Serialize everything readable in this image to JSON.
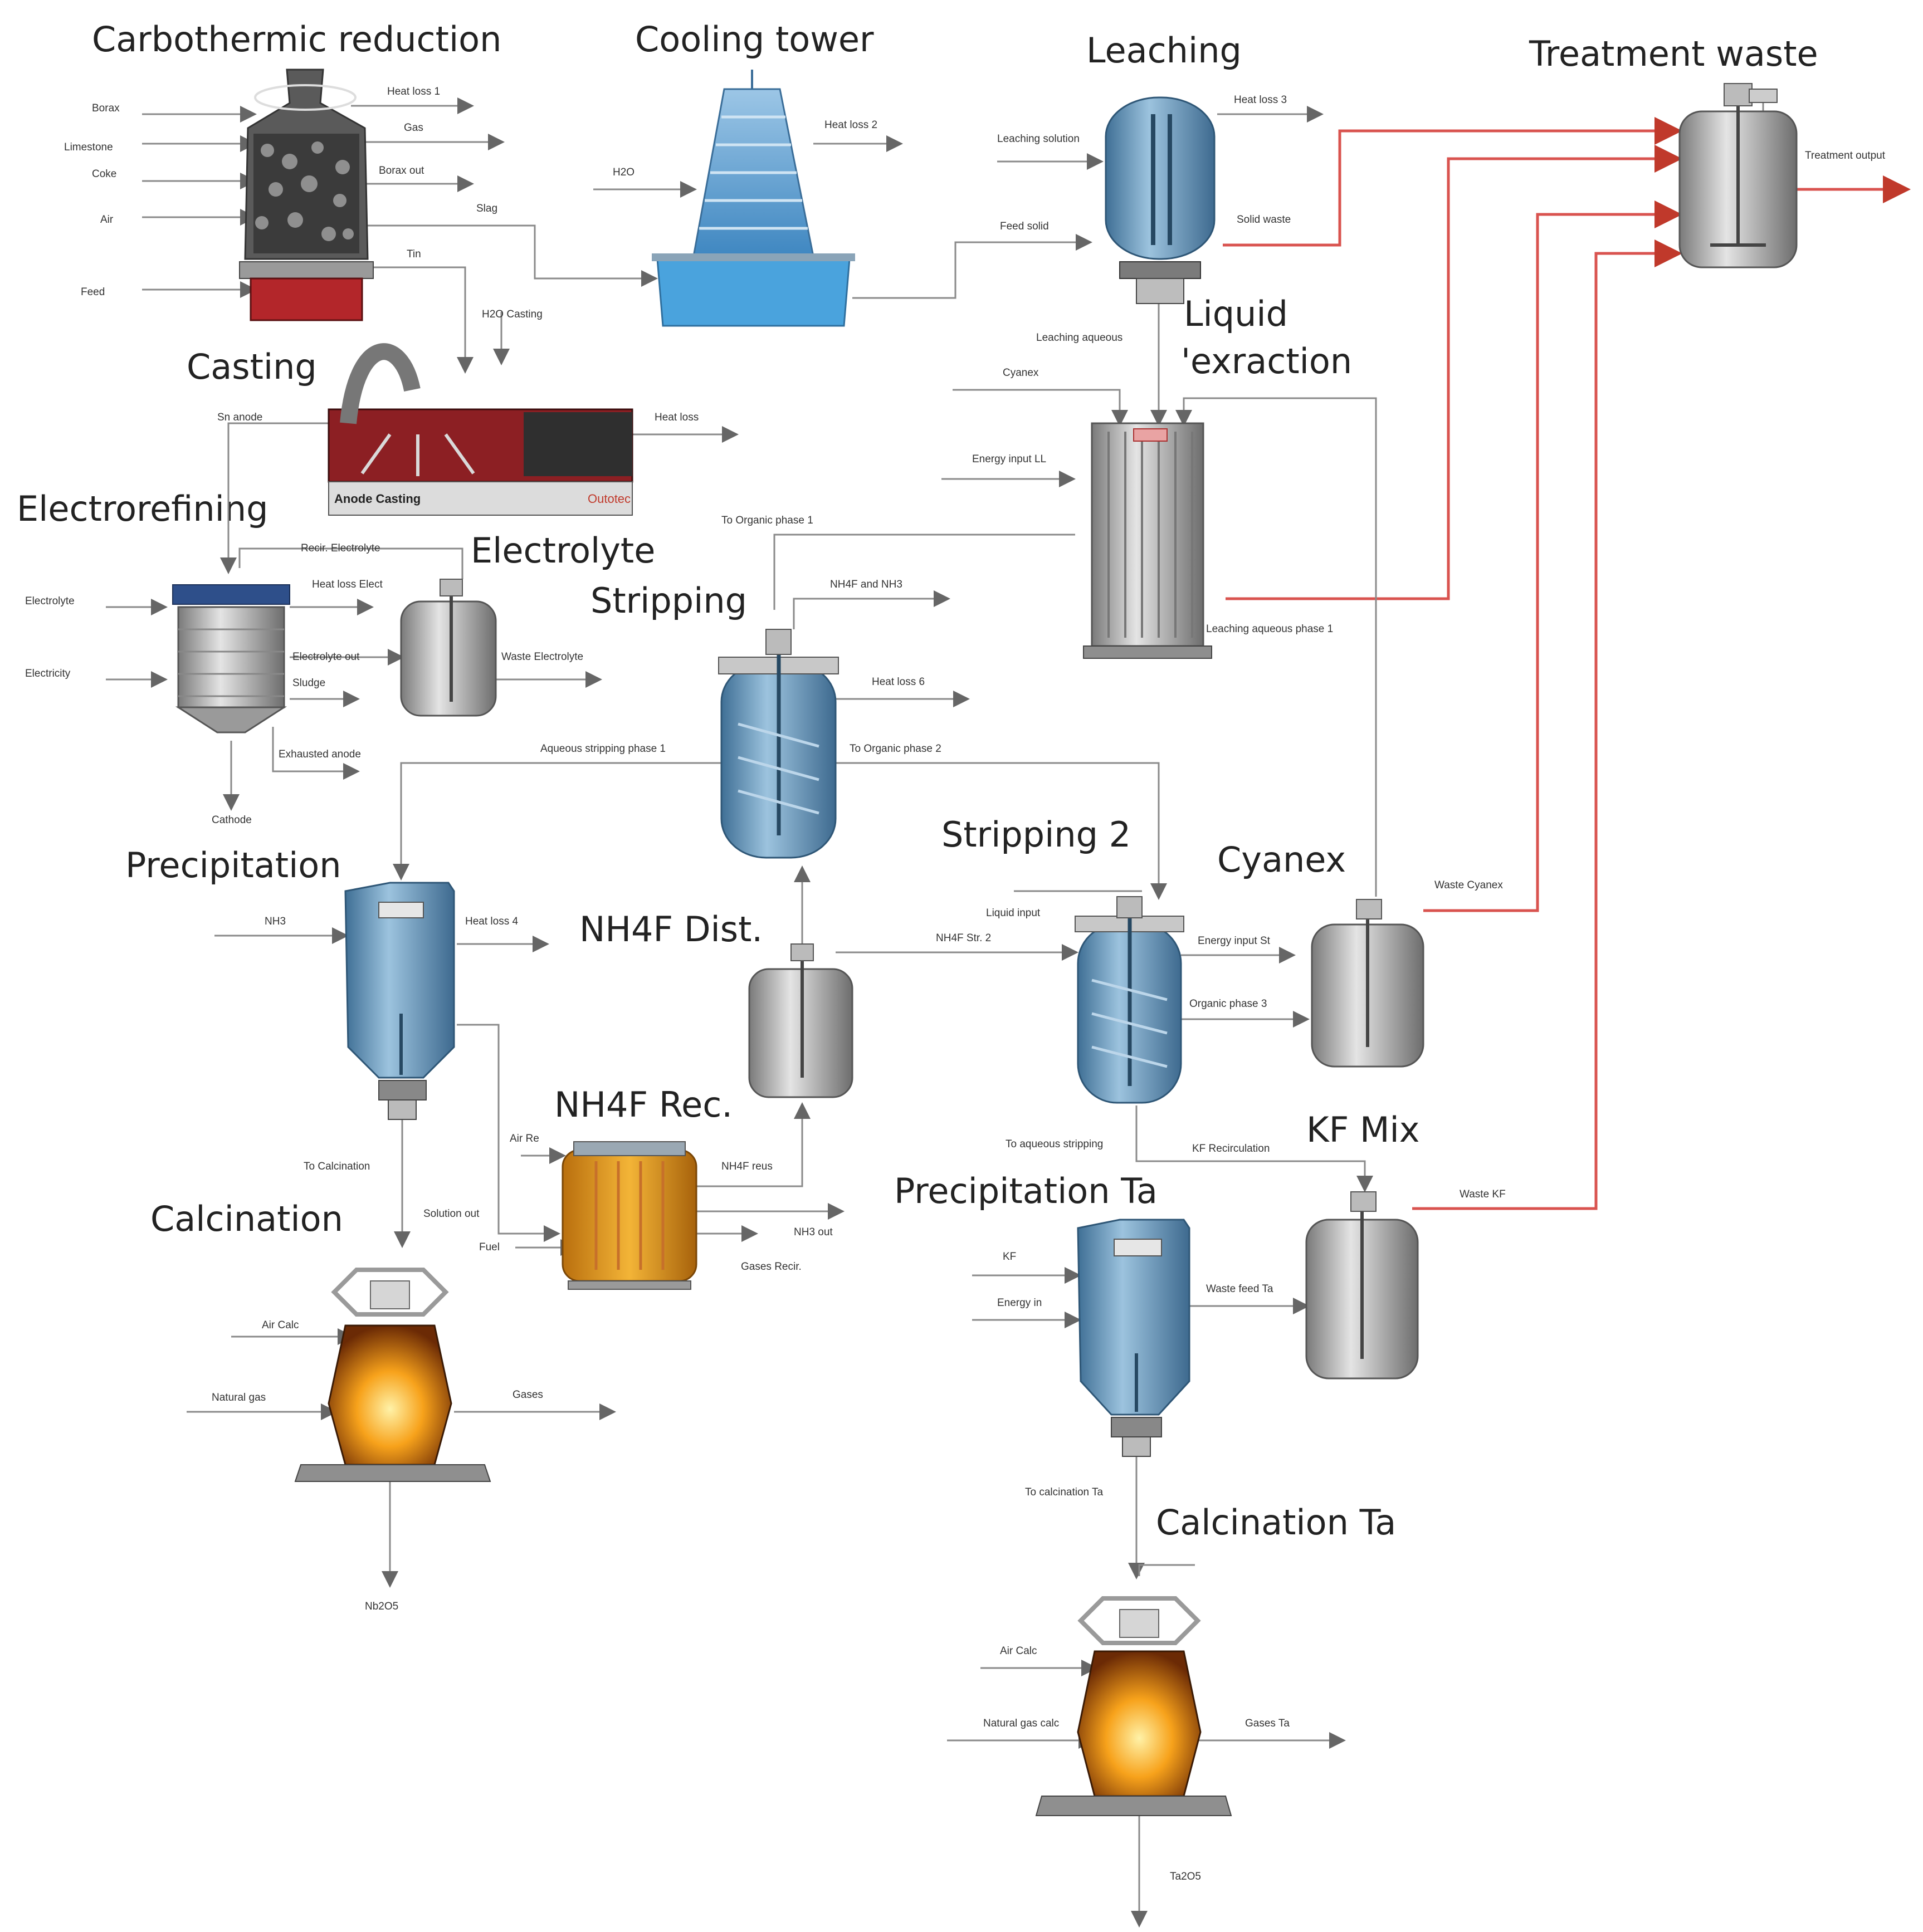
{
  "titles": {
    "carbothermic": "Carbothermic reduction",
    "cooling": "Cooling tower",
    "leaching": "Leaching",
    "treatment": "Treatment waste",
    "liquid1": "Liquid",
    "liquid2": "'exraction",
    "casting": "Casting",
    "electrorefining": "Electrorefining",
    "electrolyte": "Electrolyte",
    "stripping": "Stripping",
    "precipitation": "Precipitation",
    "stripping2": "Stripping 2",
    "cyanex_unit": "Cyanex",
    "nh4f_dist": "NH4F Dist.",
    "nh4f_rec": "NH4F Rec.",
    "kf_mix": "KF Mix",
    "calcination": "Calcination",
    "precipitation_ta": "Precipitation Ta",
    "calcination_ta": "Calcination Ta"
  },
  "streams": {
    "borax": "Borax",
    "limestone": "Limestone",
    "coke": "Coke",
    "air": "Air",
    "feed": "Feed",
    "heat_loss_1": "Heat loss 1",
    "gas": "Gas",
    "borax_out": "Borax out",
    "slag": "Slag",
    "tin": "Tin",
    "h2o": "H2O",
    "heat_loss_2": "Heat loss 2",
    "leaching_solution": "Leaching solution",
    "heat_loss_3": "Heat loss 3",
    "feed_solid": "Feed solid",
    "solid_waste": "Solid waste",
    "treatment_output": "Treatment output",
    "h2o_casting": "H2O Casting",
    "sn_anode": "Sn anode",
    "heat_loss": "Heat loss",
    "anode_casting": "Anode Casting",
    "outotec": "Outotec",
    "leaching_aqueous": "Leaching aqueous",
    "cyanex_in": "Cyanex",
    "energy_input_ll": "Energy input LL",
    "to_organic_phase_1": "To Organic phase 1",
    "nh4f_and_nh3": "NH4F and NH3",
    "leaching_aqueous_phase_1": "Leaching aqueous phase 1",
    "recirc_electrolyte": "Recir. Electrolyte",
    "heat_loss_elect": "Heat loss Elect",
    "electrolyte_in": "Electrolyte",
    "electrolyte_out": "Electrolyte out",
    "waste_electrolyte": "Waste Electrolyte",
    "electricity": "Electricity",
    "sludge": "Sludge",
    "exhausted_anode": "Exhausted anode",
    "cathode": "Cathode",
    "heat_loss_6": "Heat loss 6",
    "aqueous_stripping_phase_1": "Aqueous stripping phase 1",
    "to_organic_phase_2": "To Organic phase 2",
    "nh3": "NH3",
    "heat_loss_4": "Heat loss 4",
    "liquid_input": "Liquid input",
    "nh4f_str_2": "NH4F Str. 2",
    "energy_input_st": "Energy input St",
    "organic_phase_3": "Organic phase 3",
    "waste_cyanex": "Waste Cyanex",
    "to_calcination": "To Calcination",
    "air_re": "Air Re",
    "nh4f_reus": "NH4F reus",
    "solution_out": "Solution out",
    "nh3_out": "NH3 out",
    "fuel": "Fuel",
    "gases_recir": "Gases Recir.",
    "to_aqueous_stripping": "To aqueous stripping",
    "kf_recirculation": "KF Recirculation",
    "waste_kf": "Waste KF",
    "kf": "KF",
    "energy_in": "Energy in",
    "waste_feed_ta": "Waste feed Ta",
    "air_calc": "Air Calc",
    "natural_gas": "Natural gas",
    "gases": "Gases",
    "nb2o5": "Nb2O5",
    "to_calcination_ta": "To calcination Ta",
    "air_calc_ta": "Air Calc",
    "natural_gas_calc": "Natural gas calc",
    "gases_ta": "Gases Ta",
    "ta2o5": "Ta2O5"
  },
  "colors": {
    "process_line": "#8a8a8a",
    "waste_line": "#d9534f",
    "vessel_blue": "#6f9fc4",
    "vessel_grey": "#b9b9b9",
    "flame": "#f08a1c"
  }
}
